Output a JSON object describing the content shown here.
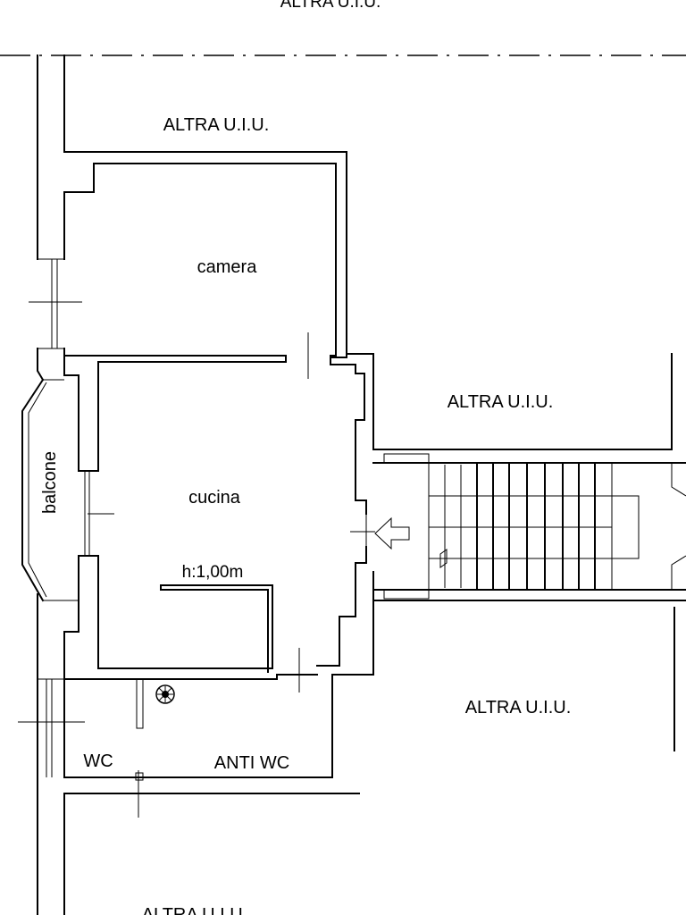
{
  "colors": {
    "line": "#000000",
    "background": "#ffffff"
  },
  "labels": {
    "top_clipped": "ALTRA U.I.U.",
    "altra_top": "ALTRA U.I.U.",
    "camera": "camera",
    "cucina": "cucina",
    "balcone": "balcone",
    "altra_right_upper": "ALTRA U.I.U.",
    "altra_right_lower": "ALTRA U.I.U.",
    "height_note": "h:1,00m",
    "wc": "WC",
    "anti_wc": "ANTI WC",
    "altra_bottom": "ALTRA U.I.U."
  }
}
